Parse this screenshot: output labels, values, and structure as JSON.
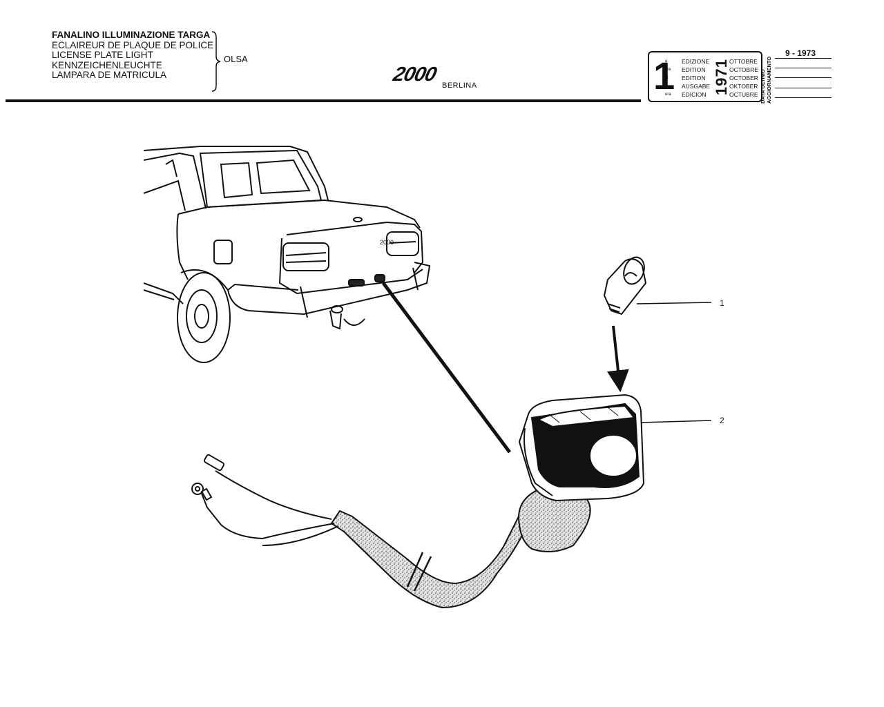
{
  "header": {
    "titles": [
      "FANALINO ILLUMINAZIONE TARGA",
      "ECLAIREUR DE PLAQUE DE POLICE",
      "LICENSE PLATE LIGHT",
      "KENNZEICHENLEUCHTE",
      "LAMPARA DE MATRICULA"
    ],
    "supplier": "OLSA",
    "model": "2000",
    "model_sub": "BERLINA"
  },
  "edition": {
    "number": "1",
    "ordinals": [
      "a",
      "ere",
      "st",
      ".",
      "era"
    ],
    "labels": [
      "EDIZIONE",
      "EDITION",
      "EDITION",
      "AUSGABE",
      "EDICION"
    ],
    "year": "1971",
    "months": [
      "OTTOBRE",
      "OCTOBRE",
      "OCTOBER",
      "OKTOBER",
      "OCTUBRE"
    ],
    "update_label_lines": [
      "DATA ULTIMO",
      "AGGIORNAMENTO"
    ],
    "update_value": "9 - 1973"
  },
  "callouts": [
    {
      "number": "1",
      "part": "bulb"
    },
    {
      "number": "2",
      "part": "plate-light-assembly"
    }
  ],
  "car_badge": "2000"
}
